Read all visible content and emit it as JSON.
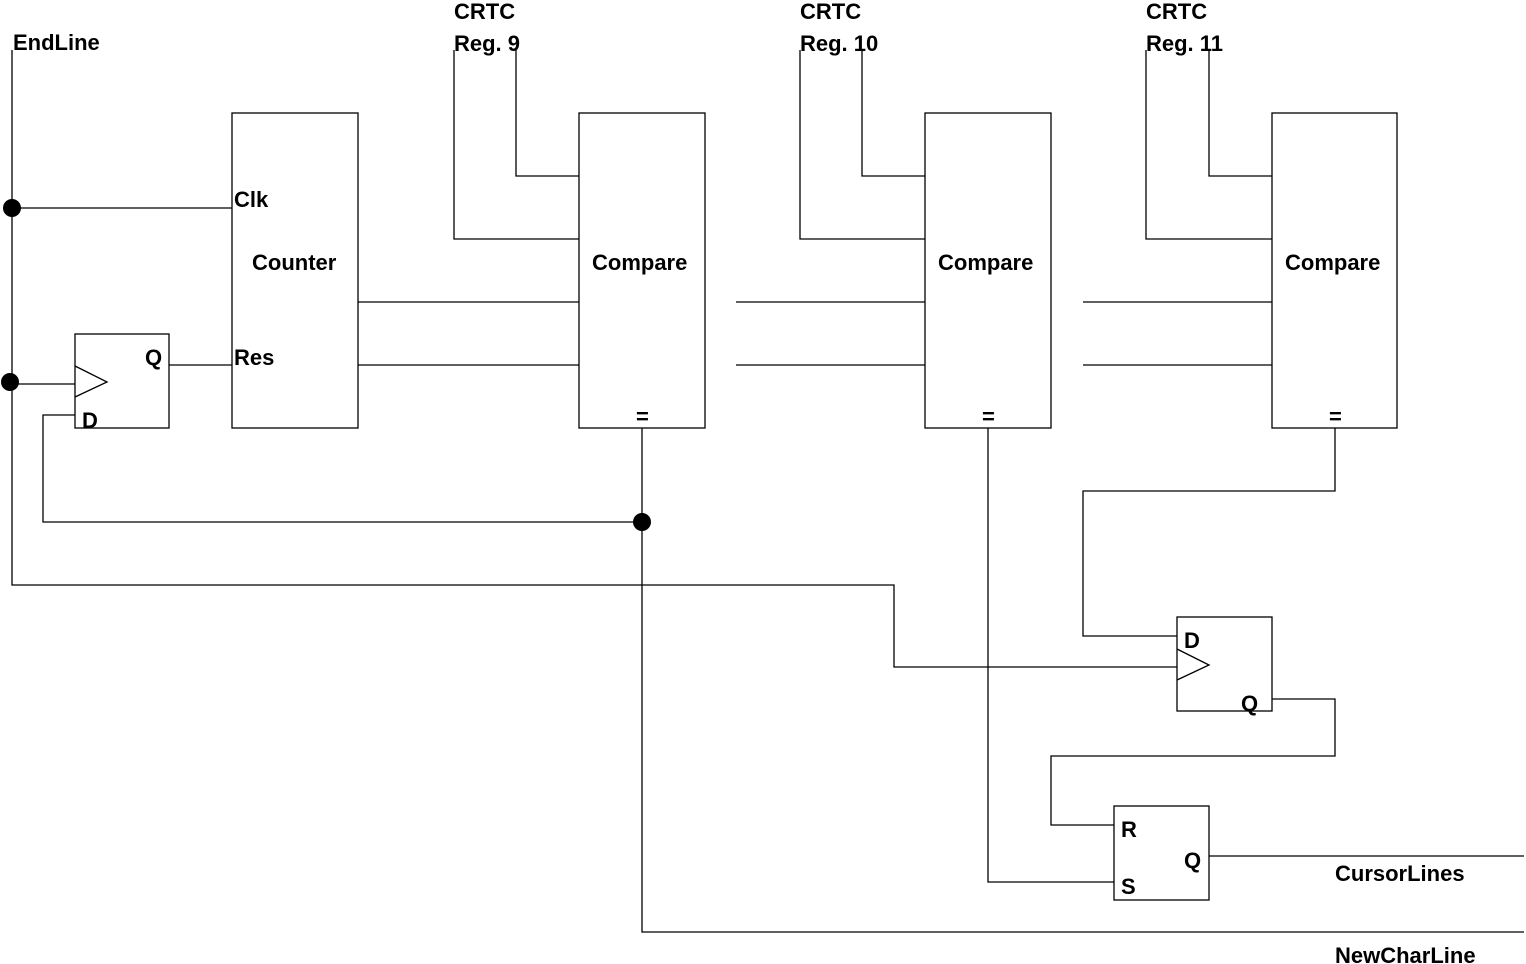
{
  "diagram": {
    "type": "logic-circuit-schematic",
    "signals": {
      "endline": "EndLine",
      "cursorlines": "CursorLines",
      "newcharline": "NewCharLine"
    },
    "counter": {
      "title": "Counter",
      "clk": "Clk",
      "res": "Res"
    },
    "ff1": {
      "q": "Q",
      "d": "D"
    },
    "compare1": {
      "title": "Compare",
      "eq": "=",
      "reg_line1": "CRTC",
      "reg_line2": "Reg. 9"
    },
    "compare2": {
      "title": "Compare",
      "eq": "=",
      "reg_line1": "CRTC",
      "reg_line2": "Reg. 10"
    },
    "compare3": {
      "title": "Compare",
      "eq": "=",
      "reg_line1": "CRTC",
      "reg_line2": "Reg. 11"
    },
    "ff2": {
      "d": "D",
      "q": "Q"
    },
    "rsff": {
      "r": "R",
      "s": "S",
      "q": "Q"
    }
  }
}
